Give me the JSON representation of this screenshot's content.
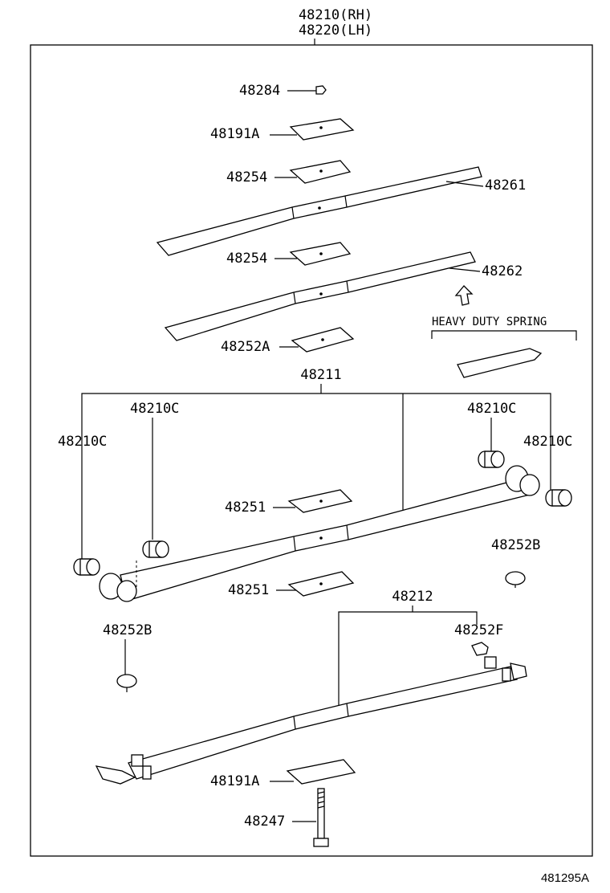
{
  "title": {
    "rh": "48210(RH)",
    "lh": "48220(LH)"
  },
  "labels": {
    "p48284": "48284",
    "p48191a_top": "48191A",
    "p48254_a": "48254",
    "p48261": "48261",
    "p48254_b": "48254",
    "p48262": "48262",
    "p48252a": "48252A",
    "heavy_duty": "HEAVY DUTY SPRING",
    "p48211": "48211",
    "p48210c_1": "48210C",
    "p48210c_2": "48210C",
    "p48210c_3": "48210C",
    "p48210c_4": "48210C",
    "p48251_a": "48251",
    "p48251_b": "48251",
    "p48252b_r": "48252B",
    "p48252b_l": "48252B",
    "p48212": "48212",
    "p48252f": "48252F",
    "p48191a_bot": "48191A",
    "p48247": "48247"
  },
  "figure_id": "481295A"
}
